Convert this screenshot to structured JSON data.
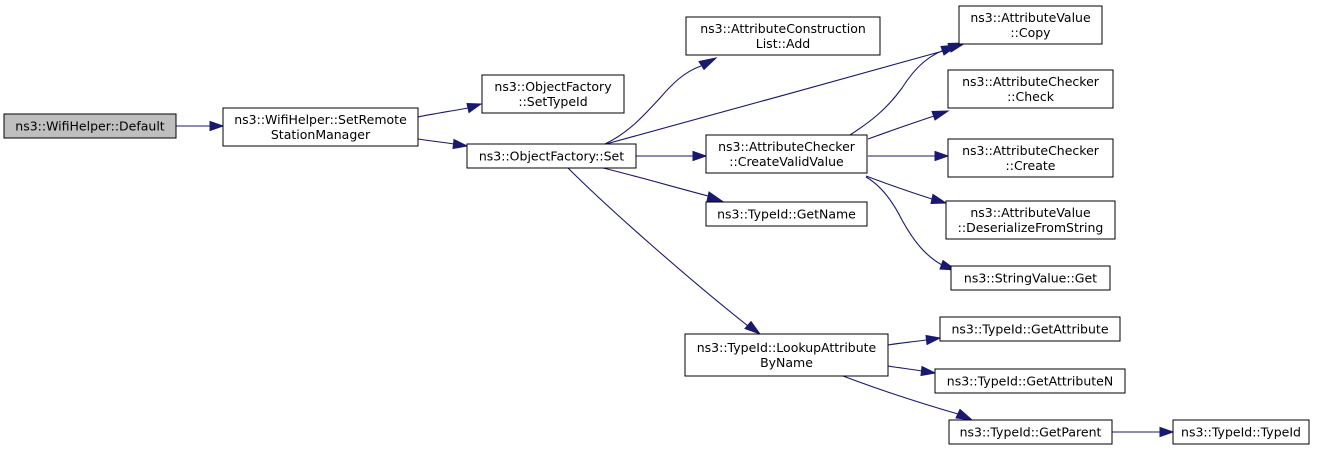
{
  "graph": {
    "root": "default",
    "colors": {
      "edge": "#191970",
      "node_border": "#000000",
      "node_fill": "#ffffff",
      "root_fill": "#bfbfbf"
    },
    "nodes": [
      {
        "id": "default",
        "lines": [
          "ns3::WifiHelper::Default"
        ]
      },
      {
        "id": "set-remote-station-manager",
        "lines": [
          "ns3::WifiHelper::SetRemote",
          "StationManager"
        ]
      },
      {
        "id": "object-factory-set-type-id",
        "lines": [
          "ns3::ObjectFactory",
          "::SetTypeId"
        ]
      },
      {
        "id": "object-factory-set",
        "lines": [
          "ns3::ObjectFactory::Set"
        ]
      },
      {
        "id": "attribute-construction-list-add",
        "lines": [
          "ns3::AttributeConstruction",
          "List::Add"
        ]
      },
      {
        "id": "attribute-checker-create-valid-value",
        "lines": [
          "ns3::AttributeChecker",
          "::CreateValidValue"
        ]
      },
      {
        "id": "type-id-get-name",
        "lines": [
          "ns3::TypeId::GetName"
        ]
      },
      {
        "id": "type-id-lookup-attribute-by-name",
        "lines": [
          "ns3::TypeId::LookupAttribute",
          "ByName"
        ]
      },
      {
        "id": "attribute-value-copy",
        "lines": [
          "ns3::AttributeValue",
          "::Copy"
        ]
      },
      {
        "id": "attribute-checker-check",
        "lines": [
          "ns3::AttributeChecker",
          "::Check"
        ]
      },
      {
        "id": "attribute-checker-create",
        "lines": [
          "ns3::AttributeChecker",
          "::Create"
        ]
      },
      {
        "id": "attribute-value-deserialize-from-string",
        "lines": [
          "ns3::AttributeValue",
          "::DeserializeFromString"
        ]
      },
      {
        "id": "string-value-get",
        "lines": [
          "ns3::StringValue::Get"
        ]
      },
      {
        "id": "type-id-get-attribute",
        "lines": [
          "ns3::TypeId::GetAttribute"
        ]
      },
      {
        "id": "type-id-get-attribute-n",
        "lines": [
          "ns3::TypeId::GetAttributeN"
        ]
      },
      {
        "id": "type-id-get-parent",
        "lines": [
          "ns3::TypeId::GetParent"
        ]
      },
      {
        "id": "type-id-type-id",
        "lines": [
          "ns3::TypeId::TypeId"
        ]
      }
    ],
    "edges": [
      {
        "from": "default",
        "to": "set-remote-station-manager"
      },
      {
        "from": "set-remote-station-manager",
        "to": "object-factory-set-type-id"
      },
      {
        "from": "set-remote-station-manager",
        "to": "object-factory-set"
      },
      {
        "from": "object-factory-set",
        "to": "attribute-construction-list-add"
      },
      {
        "from": "object-factory-set",
        "to": "attribute-value-copy"
      },
      {
        "from": "object-factory-set",
        "to": "attribute-checker-create-valid-value"
      },
      {
        "from": "object-factory-set",
        "to": "type-id-get-name"
      },
      {
        "from": "object-factory-set",
        "to": "type-id-lookup-attribute-by-name"
      },
      {
        "from": "attribute-checker-create-valid-value",
        "to": "attribute-value-copy"
      },
      {
        "from": "attribute-checker-create-valid-value",
        "to": "attribute-checker-check"
      },
      {
        "from": "attribute-checker-create-valid-value",
        "to": "attribute-checker-create"
      },
      {
        "from": "attribute-checker-create-valid-value",
        "to": "attribute-value-deserialize-from-string"
      },
      {
        "from": "attribute-checker-create-valid-value",
        "to": "string-value-get"
      },
      {
        "from": "type-id-lookup-attribute-by-name",
        "to": "type-id-get-attribute"
      },
      {
        "from": "type-id-lookup-attribute-by-name",
        "to": "type-id-get-attribute-n"
      },
      {
        "from": "type-id-lookup-attribute-by-name",
        "to": "type-id-get-parent"
      },
      {
        "from": "type-id-get-parent",
        "to": "type-id-type-id"
      }
    ]
  }
}
